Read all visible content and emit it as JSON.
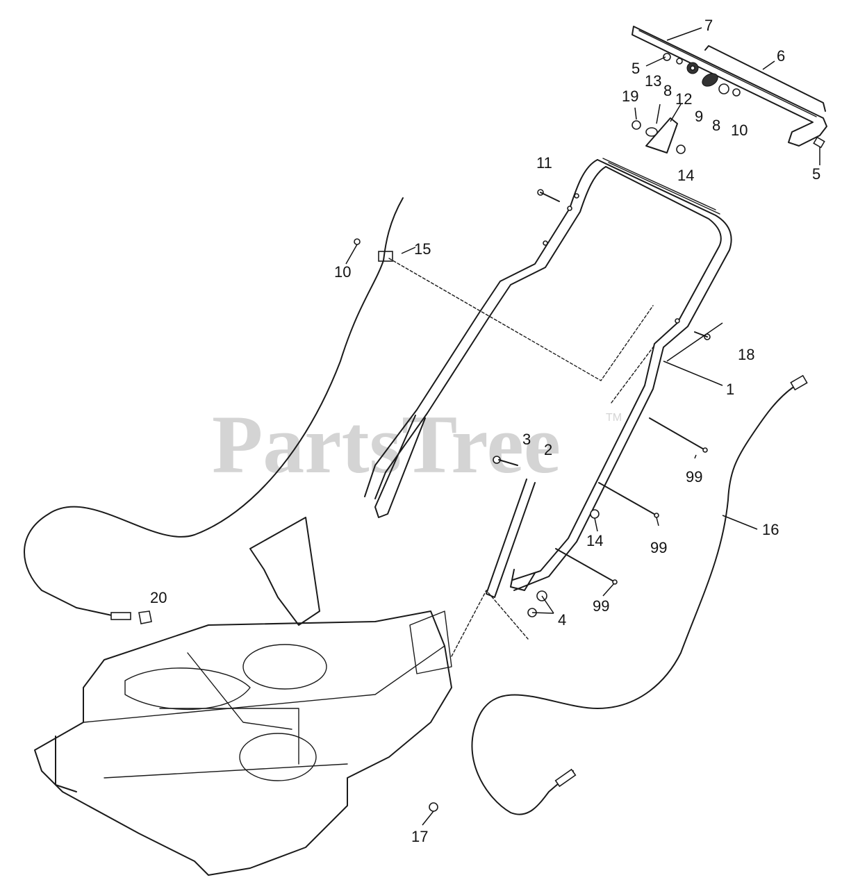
{
  "watermark": {
    "text": "PartsTree",
    "tm": "TM"
  },
  "callouts": {
    "c1": "1",
    "c2": "2",
    "c3": "3",
    "c4": "4",
    "c5a": "5",
    "c5b": "5",
    "c6": "6",
    "c7": "7",
    "c8a": "8",
    "c8b": "8",
    "c9": "9",
    "c10a": "10",
    "c10b": "10",
    "c11": "11",
    "c12": "12",
    "c13": "13",
    "c14a": "14",
    "c14b": "14",
    "c15": "15",
    "c16": "16",
    "c17": "17",
    "c18": "18",
    "c19": "19",
    "c20": "20",
    "c99a": "99",
    "c99b": "99",
    "c99c": "99"
  }
}
